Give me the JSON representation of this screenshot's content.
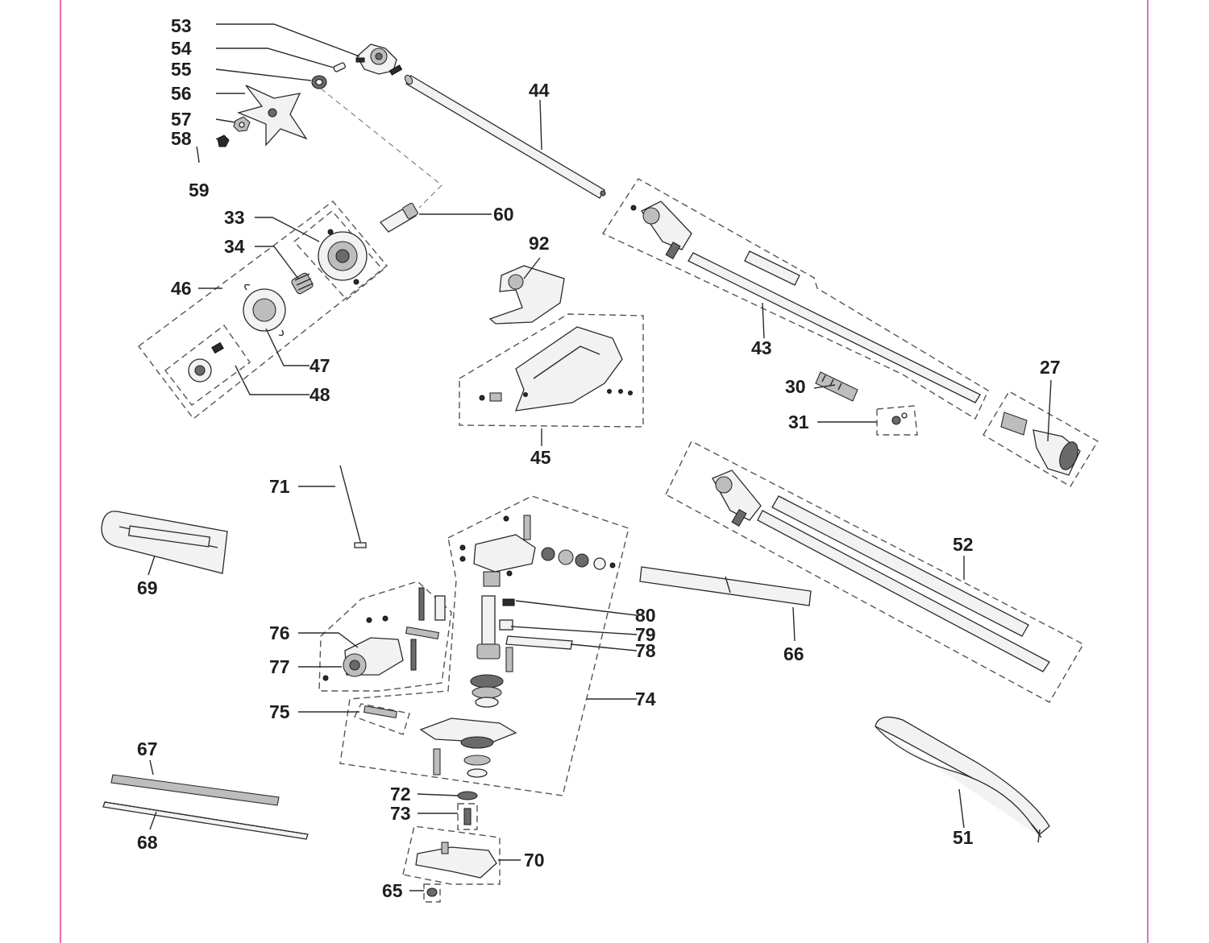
{
  "diagram": {
    "labels": {
      "n27": "27",
      "n30": "30",
      "n31": "31",
      "n33": "33",
      "n34": "34",
      "n43": "43",
      "n44": "44",
      "n45": "45",
      "n46": "46",
      "n47": "47",
      "n48": "48",
      "n51": "51",
      "n52": "52",
      "n53": "53",
      "n54": "54",
      "n55": "55",
      "n56": "56",
      "n57": "57",
      "n58": "58",
      "n59": "59",
      "n60": "60",
      "n65": "65",
      "n66": "66",
      "n67": "67",
      "n68": "68",
      "n69": "69",
      "n70": "70",
      "n71": "71",
      "n72": "72",
      "n73": "73",
      "n74": "74",
      "n75": "75",
      "n76": "76",
      "n77": "77",
      "n78": "78",
      "n79": "79",
      "n80": "80",
      "n92": "92"
    },
    "colors": {
      "page_border": "#e23f9a",
      "ink": "#1e1e1e",
      "background": "#ffffff"
    }
  }
}
